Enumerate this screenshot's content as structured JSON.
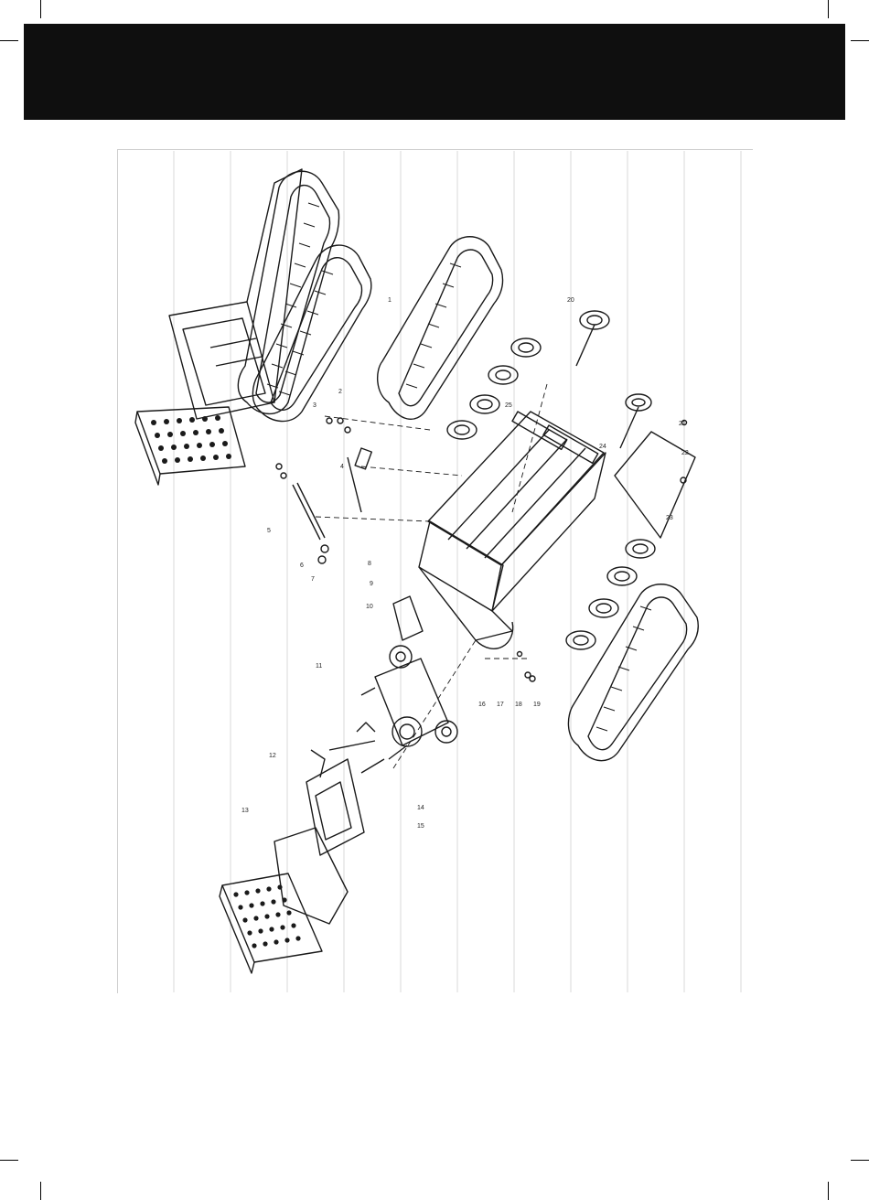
{
  "page": {
    "header_band_color": "#0f0f0f",
    "line_color": "#1a1a1a"
  },
  "diagram": {
    "callouts": [
      "1",
      "2",
      "3",
      "4",
      "5",
      "6",
      "7",
      "8",
      "9",
      "10",
      "11",
      "12",
      "13",
      "14",
      "15",
      "16",
      "17",
      "18",
      "19",
      "20",
      "21",
      "22",
      "23",
      "24",
      "25"
    ]
  },
  "icons": [
    "crop-mark"
  ]
}
